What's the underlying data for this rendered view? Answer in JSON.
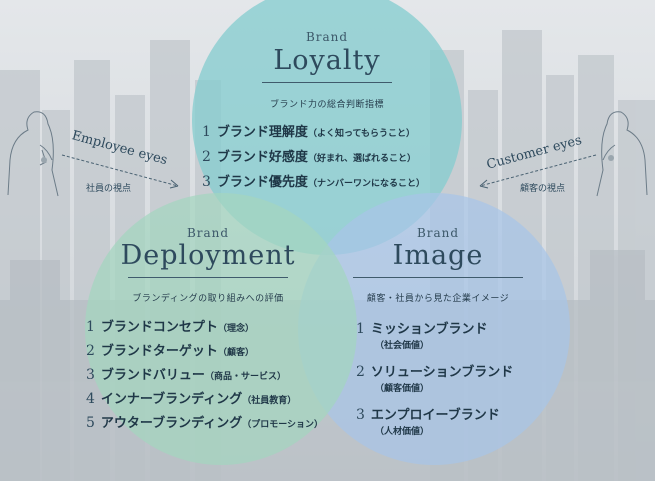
{
  "loyalty": {
    "brand": "Brand",
    "title": "Loyalty",
    "subtitle": "ブランド力の総合判断指標",
    "items": [
      {
        "num": "1",
        "main": "ブランド理解度",
        "note": "（よく知ってもらうこと）"
      },
      {
        "num": "2",
        "main": "ブランド好感度",
        "note": "（好まれ、選ばれること）"
      },
      {
        "num": "3",
        "main": "ブランド優先度",
        "note": "（ナンバーワンになること）"
      }
    ]
  },
  "deployment": {
    "brand": "Brand",
    "title": "Deployment",
    "subtitle": "ブランディングの取り組みへの評価",
    "items": [
      {
        "num": "1",
        "main": "ブランドコンセプト",
        "note": "（理念）"
      },
      {
        "num": "2",
        "main": "ブランドターゲット",
        "note": "（顧客）"
      },
      {
        "num": "3",
        "main": "ブランドバリュー",
        "note": "（商品・サービス）"
      },
      {
        "num": "4",
        "main": "インナーブランディング",
        "note": "（社員教育）"
      },
      {
        "num": "5",
        "main": "アウターブランディング",
        "note": "（プロモーション）"
      }
    ]
  },
  "image": {
    "brand": "Brand",
    "title": "Image",
    "subtitle": "顧客・社員から見た企業イメージ",
    "items": [
      {
        "num": "1",
        "main": "ミッションブランド",
        "note": "（社会価値）"
      },
      {
        "num": "2",
        "main": "ソリューションブランド",
        "note": "（顧客価値）"
      },
      {
        "num": "3",
        "main": "エンプロイーブランド",
        "note": "（人材価値）"
      }
    ]
  },
  "employee_eyes": {
    "title": "Employee eyes",
    "sub": "社員の視点"
  },
  "customer_eyes": {
    "title": "Customer eyes",
    "sub": "顧客の視点"
  },
  "colors": {
    "loyalty_circle": "#86cdd0",
    "deployment_circle": "#a3d5bf",
    "image_circle": "#a8c5e8",
    "text_dark": "#2e4a5d"
  },
  "icons": [
    "person-silhouette-icon",
    "dashed-arrow-icon"
  ]
}
